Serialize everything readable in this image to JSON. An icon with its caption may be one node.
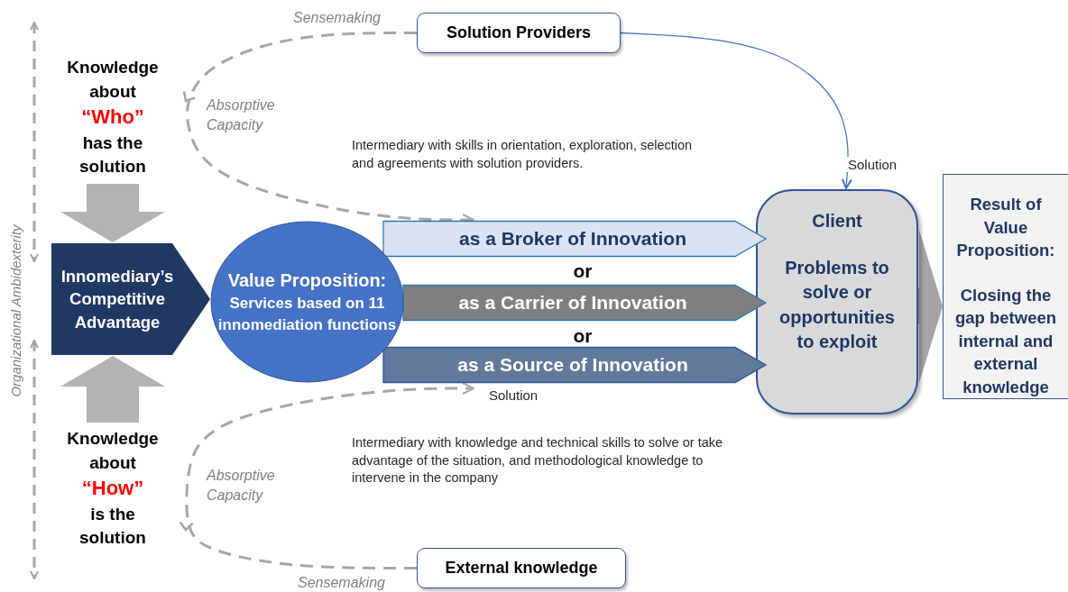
{
  "diagram": {
    "nodes": [
      {
        "text": [
          "Solution Providers"
        ]
      },
      {
        "text": [
          "Knowledge about",
          "“Who”",
          "has the solution"
        ]
      },
      {
        "text": [
          "Innomediary’s Competitive Advantage"
        ]
      },
      {
        "text": [
          "Value Proposition:",
          "Services based on 11 innomediation functions"
        ]
      },
      {
        "text": [
          "as a Broker of Innovation"
        ]
      },
      {
        "text": [
          "as a Carrier of Innovation"
        ]
      },
      {
        "text": [
          "as a Source of Innovation"
        ]
      },
      {
        "text": [
          "Client",
          "Problems to solve or opportunities to exploit"
        ]
      },
      {
        "text": [
          "Result of Value Proposition:",
          "Closing the gap between internal and external knowledge"
        ]
      },
      {
        "text": [
          "Knowledge about",
          "“How”",
          "is the solution"
        ]
      },
      {
        "text": [
          "External knowledge"
        ]
      }
    ],
    "edges": [
      {
        "from": 0,
        "to": 4,
        "arrow": "to",
        "style": "dashed"
      },
      {
        "from": 0,
        "to": 7,
        "arrow": "to",
        "label": "Solution",
        "color": "#4472c4"
      },
      {
        "from": 1,
        "to": 2,
        "arrow": "to",
        "style": "thick"
      },
      {
        "from": 9,
        "to": 2,
        "arrow": "to",
        "style": "thick"
      },
      {
        "from": 7,
        "to": 8,
        "arrow": "to",
        "style": "thick"
      },
      {
        "from": 10,
        "to": 6,
        "arrow": "to",
        "style": "dashed",
        "label": "Solution"
      }
    ],
    "labels": [
      "Sensemaking",
      "Absorptive Capacity",
      "Intermediary with skills in orientation, exploration, selection and agreements with solution providers.",
      "or",
      "or",
      "Intermediary with knowledge and technical skills to solve or take advantage of the situation, and methodological knowledge to intervene in the company",
      "Absorptive Capacity",
      "Sensemaking",
      "Organizational Ambidexterity"
    ]
  }
}
